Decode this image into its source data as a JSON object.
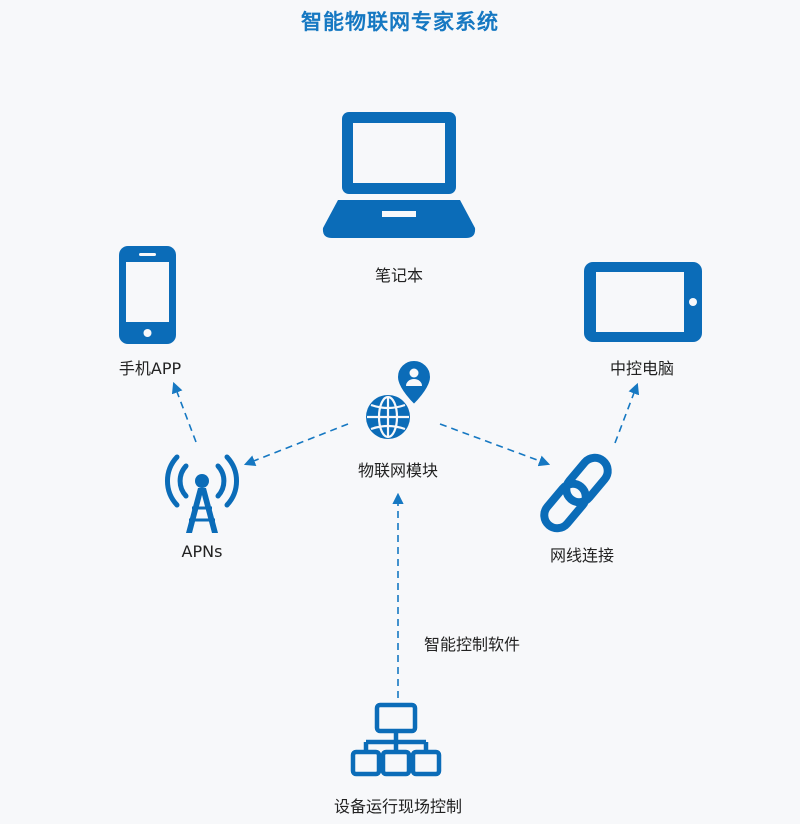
{
  "title": "智能物联网专家系统",
  "colors": {
    "primary": "#0b6cb8",
    "title": "#1678c2",
    "background": "#f7f8fa"
  },
  "nodes": {
    "laptop": {
      "label": "笔记本",
      "icon": "laptop-icon"
    },
    "phone_app": {
      "label": "手机APP",
      "icon": "smartphone-icon"
    },
    "pc": {
      "label": "中控电脑",
      "icon": "tablet-icon"
    },
    "iot_module": {
      "label": "物联网模块",
      "icon": "globe-user-pin-icon"
    },
    "apns": {
      "label": "APNs",
      "icon": "broadcast-tower-icon"
    },
    "network": {
      "label": "网线连接",
      "icon": "chain-link-icon"
    },
    "device": {
      "label": "设备运行现场控制",
      "icon": "sitemap-icon"
    }
  },
  "edges": {
    "software_label": "智能控制软件"
  }
}
